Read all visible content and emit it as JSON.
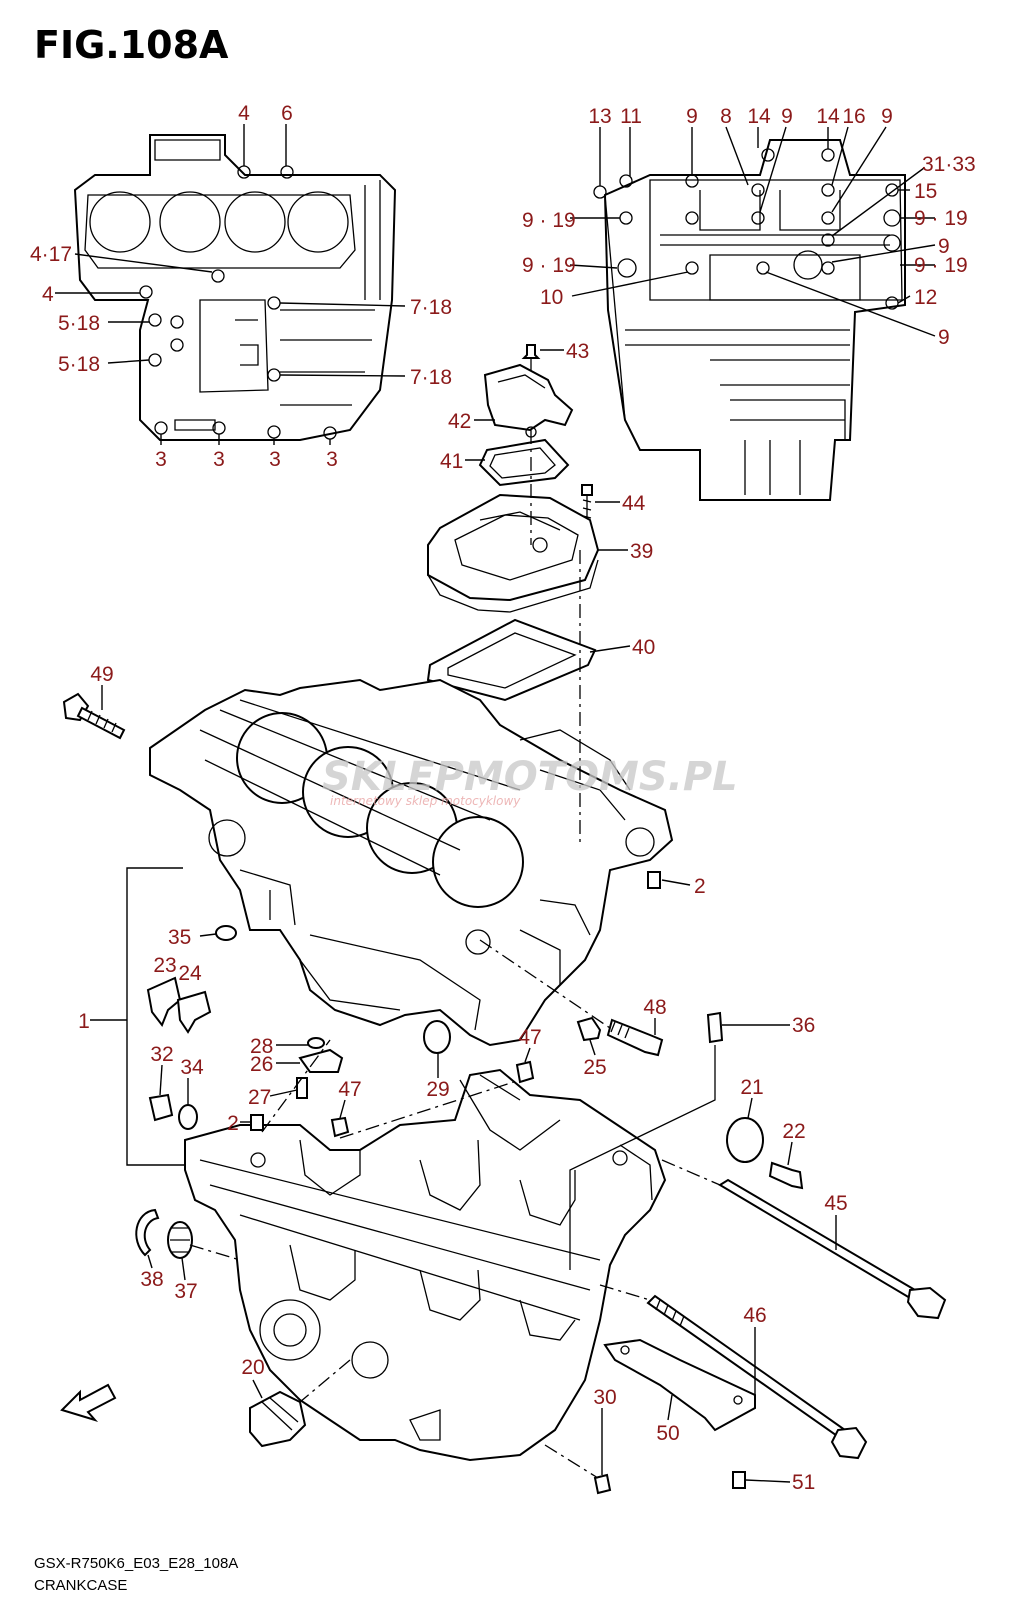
{
  "title": "FIG.108A",
  "model_code": "GSX-R750K6_E03_E28_108A",
  "section_name": "CRANKCASE",
  "watermark": {
    "logo_text": "SKLEPMOTOMS.PL",
    "tagline": "internetowy sklep motocyklowy",
    "colors": {
      "primary": "#c8c8c8",
      "accent": "#e8a0a0"
    }
  },
  "label_color": "#8b1a1a",
  "callouts": [
    {
      "id": "c4a",
      "text": "4"
    },
    {
      "id": "c6",
      "text": "6"
    },
    {
      "id": "c13",
      "text": "13"
    },
    {
      "id": "c11",
      "text": "11"
    },
    {
      "id": "c9a",
      "text": "9"
    },
    {
      "id": "c8",
      "text": "8"
    },
    {
      "id": "c14a",
      "text": "14"
    },
    {
      "id": "c9b",
      "text": "9"
    },
    {
      "id": "c14b",
      "text": "14"
    },
    {
      "id": "c16",
      "text": "16"
    },
    {
      "id": "c9c",
      "text": "9"
    },
    {
      "id": "c31",
      "text": "31·33"
    },
    {
      "id": "c15",
      "text": "15"
    },
    {
      "id": "c919a",
      "text": "9 · 19"
    },
    {
      "id": "c919b",
      "text": "9 · 19"
    },
    {
      "id": "c9d",
      "text": "9"
    },
    {
      "id": "c919c",
      "text": "9 · 19"
    },
    {
      "id": "c919d",
      "text": "9 · 19"
    },
    {
      "id": "c10",
      "text": "10"
    },
    {
      "id": "c12",
      "text": "12"
    },
    {
      "id": "c9e",
      "text": "9"
    },
    {
      "id": "c417",
      "text": "4·17"
    },
    {
      "id": "c4b",
      "text": "4"
    },
    {
      "id": "c518a",
      "text": "5·18"
    },
    {
      "id": "c518b",
      "text": "5·18"
    },
    {
      "id": "c718a",
      "text": "7·18"
    },
    {
      "id": "c718b",
      "text": "7·18"
    },
    {
      "id": "c3a",
      "text": "3"
    },
    {
      "id": "c3b",
      "text": "3"
    },
    {
      "id": "c3c",
      "text": "3"
    },
    {
      "id": "c3d",
      "text": "3"
    },
    {
      "id": "c43",
      "text": "43"
    },
    {
      "id": "c42",
      "text": "42"
    },
    {
      "id": "c41",
      "text": "41"
    },
    {
      "id": "c44",
      "text": "44"
    },
    {
      "id": "c39",
      "text": "39"
    },
    {
      "id": "c40",
      "text": "40"
    },
    {
      "id": "c49",
      "text": "49"
    },
    {
      "id": "c2a",
      "text": "2"
    },
    {
      "id": "c35",
      "text": "35"
    },
    {
      "id": "c23",
      "text": "23"
    },
    {
      "id": "c24",
      "text": "24"
    },
    {
      "id": "c1",
      "text": "1"
    },
    {
      "id": "c48",
      "text": "48"
    },
    {
      "id": "c36",
      "text": "36"
    },
    {
      "id": "c47a",
      "text": "47"
    },
    {
      "id": "c25",
      "text": "25"
    },
    {
      "id": "c28",
      "text": "28"
    },
    {
      "id": "c26",
      "text": "26"
    },
    {
      "id": "c32",
      "text": "32"
    },
    {
      "id": "c34",
      "text": "34"
    },
    {
      "id": "c27",
      "text": "27"
    },
    {
      "id": "c47b",
      "text": "47"
    },
    {
      "id": "c29",
      "text": "29"
    },
    {
      "id": "c21",
      "text": "21"
    },
    {
      "id": "c2b",
      "text": "2"
    },
    {
      "id": "c22",
      "text": "22"
    },
    {
      "id": "c45",
      "text": "45"
    },
    {
      "id": "c38",
      "text": "38"
    },
    {
      "id": "c37",
      "text": "37"
    },
    {
      "id": "c46",
      "text": "46"
    },
    {
      "id": "c20",
      "text": "20"
    },
    {
      "id": "c30",
      "text": "30"
    },
    {
      "id": "c50",
      "text": "50"
    },
    {
      "id": "c51",
      "text": "51"
    }
  ]
}
